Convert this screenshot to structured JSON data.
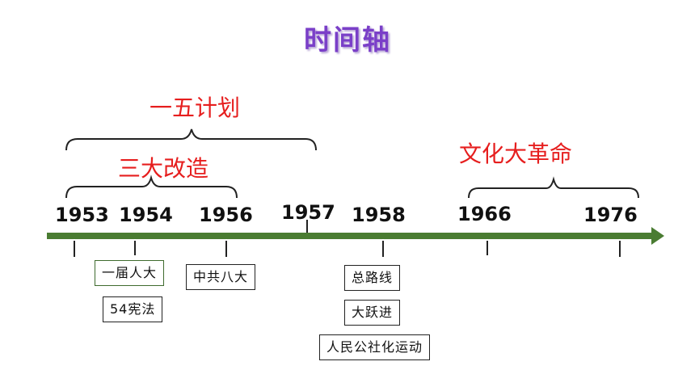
{
  "title": "时间轴",
  "periods": [
    {
      "label": "一五计划"
    },
    {
      "label": "三大改造"
    },
    {
      "label": "文化大革命"
    }
  ],
  "years": [
    "1953",
    "1954",
    "1956",
    "1957",
    "1958",
    "1966",
    "1976"
  ],
  "events": [
    {
      "label": "一届人大"
    },
    {
      "label": "54宪法"
    },
    {
      "label": "中共八大"
    },
    {
      "label": "总路线"
    },
    {
      "label": "大跃进"
    },
    {
      "label": "人民公社化运动"
    }
  ],
  "colors": {
    "title": "#7a3fc8",
    "period_text": "#e61e1e",
    "axis": "#4a7c32",
    "year_text": "#111111"
  }
}
